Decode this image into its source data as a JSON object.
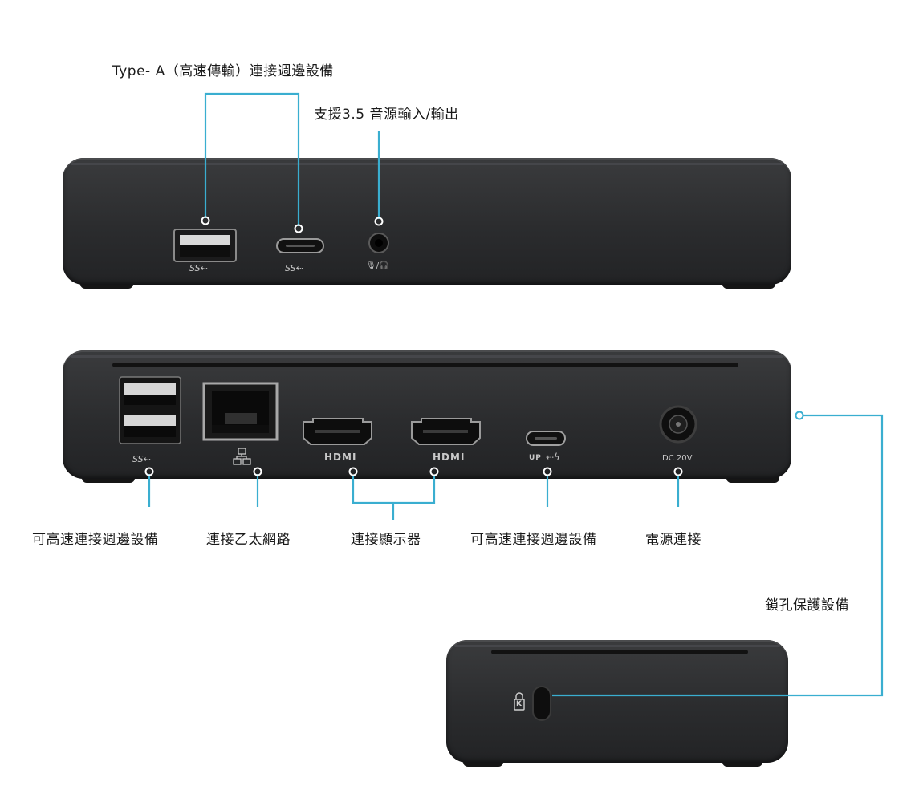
{
  "labels": {
    "type_a_top": "Type- A（高速傳輸）連接週邊設備",
    "audio": "支援3.5 音源輸入/輸出",
    "usb_rear": "可高速連接週邊設備",
    "ethernet": "連接乙太網路",
    "display": "連接顯示器",
    "usb_c_rear": "可高速連接週邊設備",
    "power": "電源連接",
    "lock": "鎖孔保護設備"
  },
  "port_text": {
    "ss_front_a": "SS⇠",
    "ss_front_c": "SS⇠",
    "audio_icon": "🎙/🎧",
    "ss_rear": "SS⇠",
    "hdmi_1": "HDMI",
    "hdmi_2": "HDMI",
    "up": "UP",
    "dc": "DC 20V",
    "lock_k": "K"
  },
  "colors": {
    "accent": "#3aaed0",
    "device": "#2e2f31"
  }
}
